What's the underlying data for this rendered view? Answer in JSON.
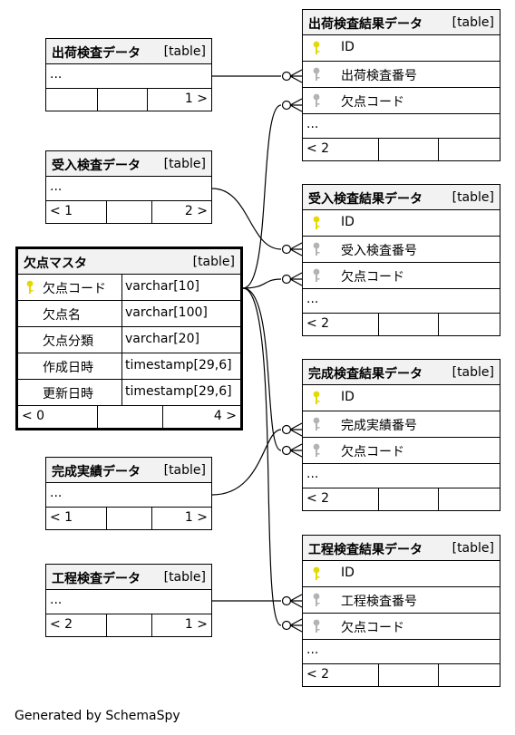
{
  "tables": {
    "shukka_kensa": {
      "name": "出荷検査データ",
      "type": "[table]",
      "ellipsis": "...",
      "footer": [
        "",
        "",
        "1 >"
      ]
    },
    "ukeire_kensa": {
      "name": "受入検査データ",
      "type": "[table]",
      "ellipsis": "...",
      "footer": [
        "< 1",
        "",
        "2 >"
      ]
    },
    "kanse_jisseki": {
      "name": "完成実績データ",
      "type": "[table]",
      "ellipsis": "...",
      "footer": [
        "< 1",
        "",
        "1 >"
      ]
    },
    "koutei_kensa": {
      "name": "工程検査データ",
      "type": "[table]",
      "ellipsis": "...",
      "footer": [
        "< 2",
        "",
        "1 >"
      ]
    },
    "ketten_master": {
      "name": "欠点マスタ",
      "type": "[table]",
      "columns": [
        {
          "name": "欠点コード",
          "type": "varchar[10]"
        },
        {
          "name": "欠点名",
          "type": "varchar[100]"
        },
        {
          "name": "欠点分類",
          "type": "varchar[20]"
        },
        {
          "name": "作成日時",
          "type": "timestamp[29,6]"
        },
        {
          "name": "更新日時",
          "type": "timestamp[29,6]"
        }
      ],
      "footer": [
        "< 0",
        "",
        "4 >"
      ]
    },
    "shukka_kekka": {
      "name": "出荷検査結果データ",
      "type": "[table]",
      "columns": [
        "ID",
        "出荷検査番号",
        "欠点コード"
      ],
      "ellipsis": "...",
      "footer": [
        "< 2",
        "",
        ""
      ]
    },
    "ukeire_kekka": {
      "name": "受入検査結果データ",
      "type": "[table]",
      "columns": [
        "ID",
        "受入検査番号",
        "欠点コード"
      ],
      "ellipsis": "...",
      "footer": [
        "< 2",
        "",
        ""
      ]
    },
    "kansei_kekka": {
      "name": "完成検査結果データ",
      "type": "[table]",
      "columns": [
        "ID",
        "完成実績番号",
        "欠点コード"
      ],
      "ellipsis": "...",
      "footer": [
        "< 2",
        "",
        ""
      ]
    },
    "koutei_kekka": {
      "name": "工程検査結果データ",
      "type": "[table]",
      "columns": [
        "ID",
        "工程検査番号",
        "欠点コード"
      ],
      "ellipsis": "...",
      "footer": [
        "< 2",
        "",
        ""
      ]
    }
  },
  "colors": {
    "primary_key": "#e6d800",
    "foreign_key": "#b3b3b3",
    "header_bg": "#f2f2f2"
  },
  "icons": {
    "primary_key": "primary-key-icon",
    "foreign_key": "foreign-key-icon"
  },
  "generated_by": "Generated by SchemaSpy"
}
